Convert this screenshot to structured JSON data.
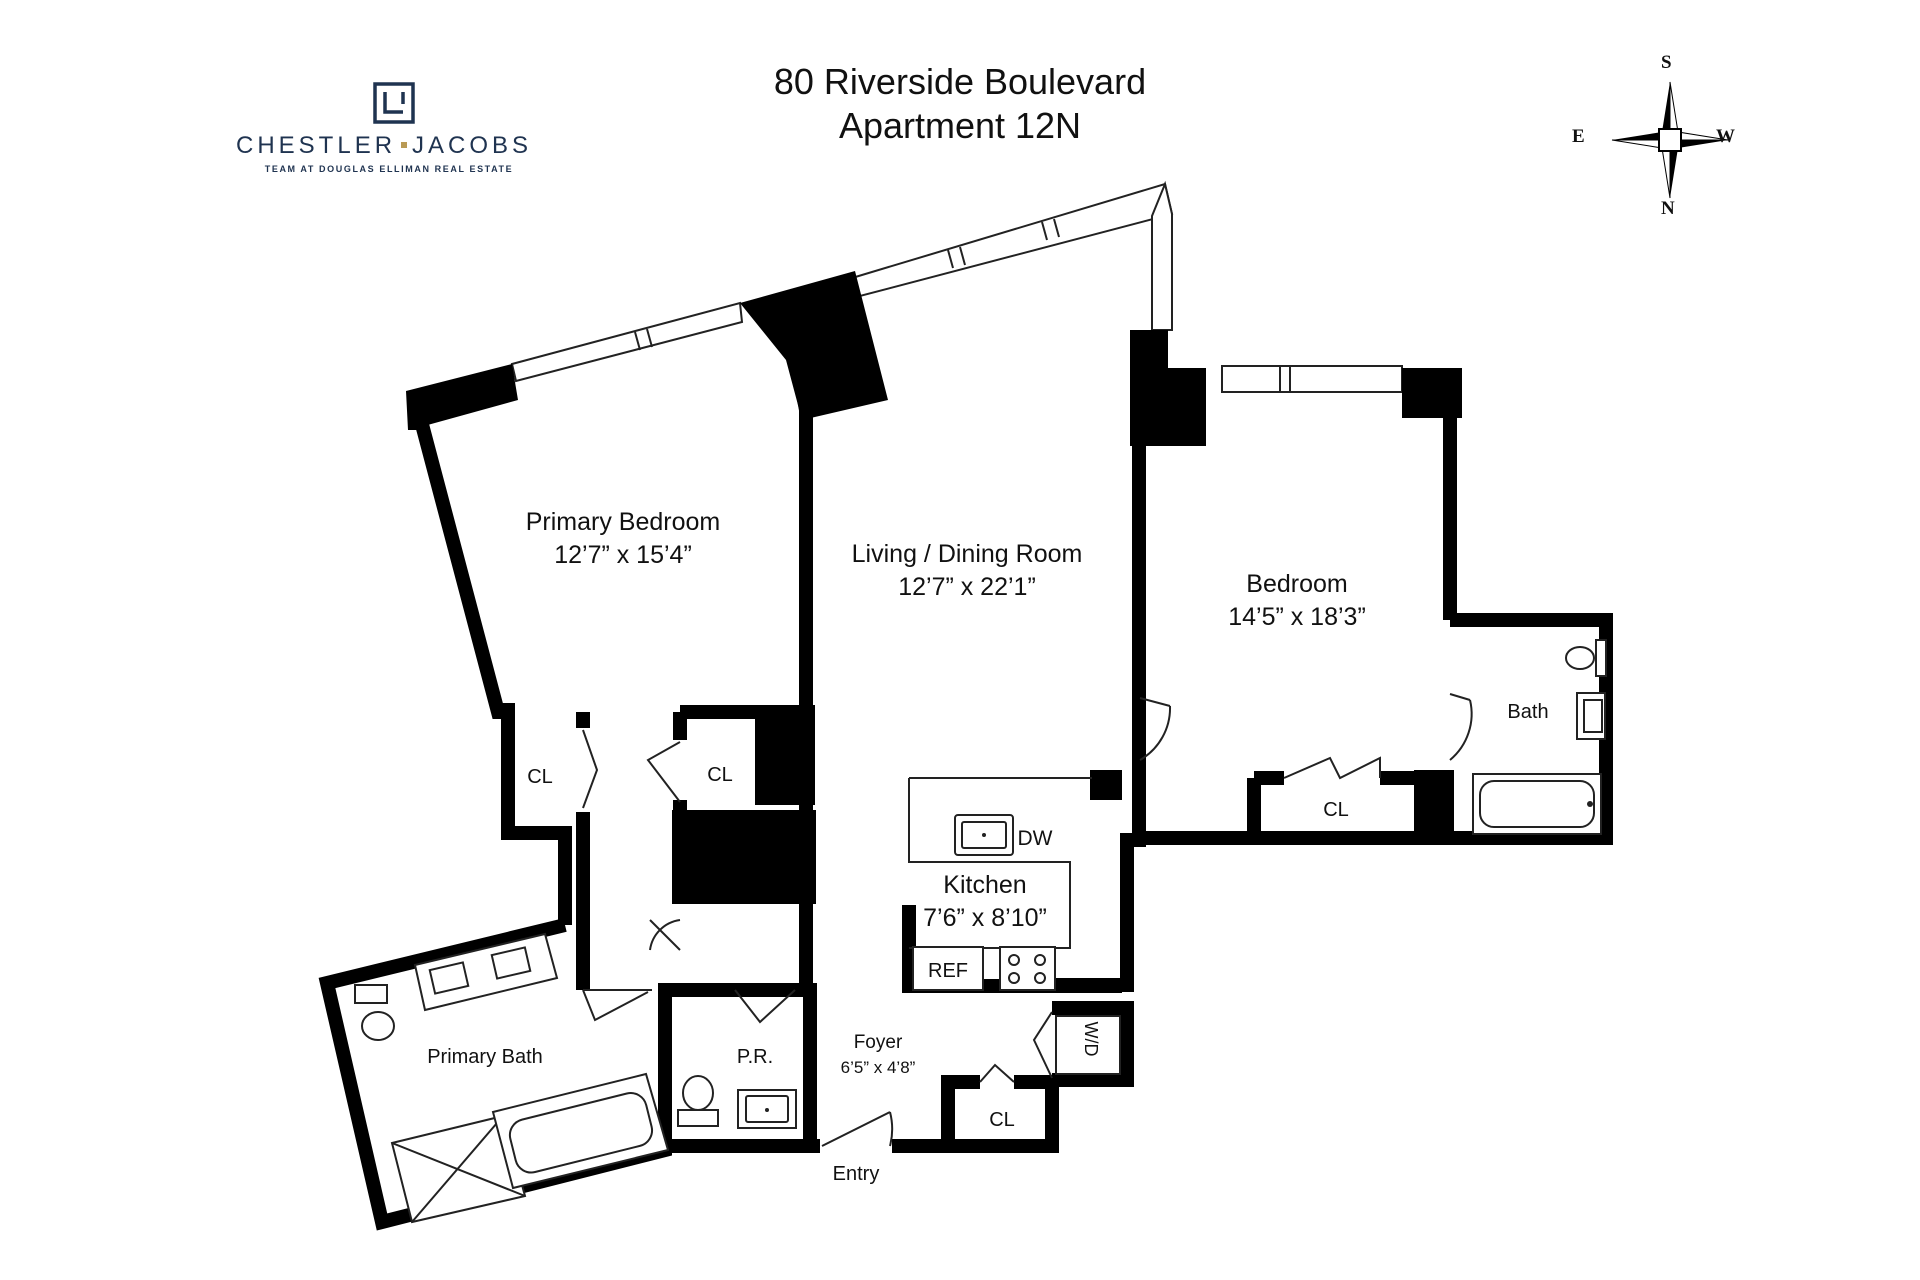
{
  "header": {
    "address": "80 Riverside Boulevard",
    "unit": "Apartment 12N"
  },
  "brand": {
    "name_left": "CHESTLER",
    "name_right": "JACOBS",
    "subtitle": "TEAM AT DOUGLAS ELLIMAN REAL ESTATE",
    "color": "#1f3350",
    "accent": "#b99a55",
    "logo_icon": "chestler-jacobs-monogram"
  },
  "compass": {
    "north": "N",
    "south": "S",
    "east": "E",
    "west": "W"
  },
  "rooms": {
    "primary_bedroom": {
      "name": "Primary Bedroom",
      "dims": "12’7” x 15’4”"
    },
    "living_dining": {
      "name": "Living / Dining Room",
      "dims": "12’7” x 22’1”"
    },
    "bedroom": {
      "name": "Bedroom",
      "dims": "14’5” x 18’3”"
    },
    "kitchen": {
      "name": "Kitchen",
      "dims": "7’6” x 8’10”"
    },
    "foyer": {
      "name": "Foyer",
      "dims": "6’5” x 4’8”"
    },
    "primary_bath": {
      "name": "Primary Bath"
    },
    "bath": {
      "name": "Bath"
    },
    "powder_room": {
      "name": "P.R."
    }
  },
  "labels": {
    "closet": "CL",
    "dishwasher": "DW",
    "refrigerator": "REF",
    "washer_dryer": "W/D",
    "entry": "Entry"
  },
  "colors": {
    "wall": "#000000",
    "line": "#222222"
  }
}
